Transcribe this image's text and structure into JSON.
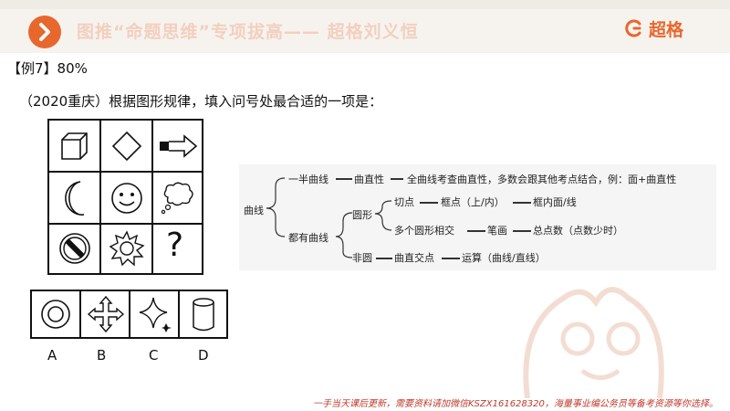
{
  "header": {
    "title": "图推“命题思维”专项拔高—— 超格刘义恒",
    "brand_name": "超格"
  },
  "example": {
    "label": "【例7】80%"
  },
  "question": {
    "text": "（2020重庆）根据图形规律，填入问号处最合适的一项是："
  },
  "grid": {
    "cells": [
      "cube-icon",
      "diamond-icon",
      "arrow-icon",
      "crescent-icon",
      "smiley-icon",
      "thought-cloud-icon",
      "no-sign-icon",
      "sun-icon",
      "question-mark"
    ],
    "question_mark": "?"
  },
  "options": {
    "labels": [
      "A",
      "B",
      "C",
      "D"
    ],
    "icons": [
      "double-circle-icon",
      "four-arrow-cross-icon",
      "four-point-star-icon",
      "cylinder-icon"
    ]
  },
  "mindmap": {
    "root": "曲线",
    "branch1": "一半曲线",
    "b1_node": "曲直性",
    "b1_desc": "全曲线考查曲直性，多数会跟其他考点结合，例：面+曲直性",
    "branch2": "都有曲线",
    "circle": "圆形",
    "tangent": "切点",
    "frame_point": "框点（上/内）",
    "frame_inner": "框内面/线",
    "multi_circle": "多个圆形相交",
    "stroke": "笔画",
    "total_points": "总点数（点数少时）",
    "non_circle": "非圆",
    "cross_point": "曲直交点",
    "operation": "运算（曲线/直线）"
  },
  "footer": {
    "note": "一手当天课后更新，需要资料请加微信KSZX161628320，海量事业编公务员等备考资源等你选择。"
  },
  "colors": {
    "accent": "#e8672d",
    "header_bg": "#f6f3ef"
  }
}
